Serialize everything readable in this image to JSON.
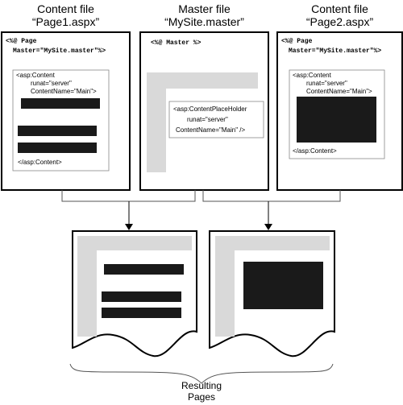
{
  "headers": {
    "left": {
      "line1": "Content file",
      "line2": "“Page1.aspx”"
    },
    "center": {
      "line1": "Master file",
      "line2": "“MySite.master”"
    },
    "right": {
      "line1": "Content file",
      "line2": "“Page2.aspx”"
    }
  },
  "page1": {
    "directive_line1": "<%@ Page",
    "directive_line2": "Master=\"MySite.master\"%>",
    "content_open": "<asp:Content",
    "content_runat": "runat=\"server\"",
    "content_name": "ContentName=\"Main\">",
    "content_close": "</asp:Content>"
  },
  "master": {
    "directive": "<%@ Master %>",
    "placeholder_line1": "<asp:ContentPlaceHolder",
    "placeholder_line2": "runat=\"server\"",
    "placeholder_line3": "ContentName=\"Main\" />"
  },
  "page2": {
    "directive_line1": "<%@ Page",
    "directive_line2": "Master=\"MySite.master\"%>",
    "content_open": "<asp:Content",
    "content_runat": "runat=\"server\"",
    "content_name": "ContentName=\"Main\">",
    "content_close": "</asp:Content>"
  },
  "footer": {
    "line1": "Resulting",
    "line2": "Pages"
  },
  "colors": {
    "stroke": "#000000",
    "template_gray": "#d9d9d9",
    "fill_dark": "#1a1a1a",
    "connector": "#555555"
  }
}
